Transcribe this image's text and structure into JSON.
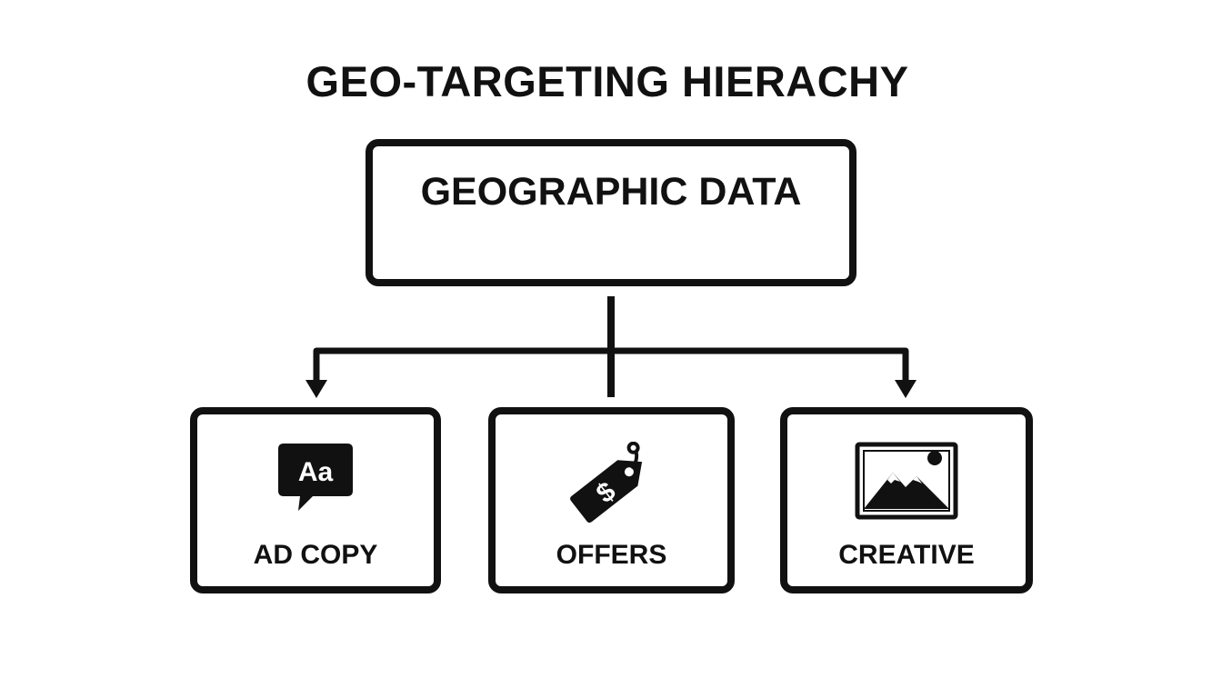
{
  "title": "GEO-TARGETING HIERACHY",
  "root": {
    "label": "GEOGRAPHIC DATA"
  },
  "children": [
    {
      "label": "AD COPY",
      "icon": "ad-copy-speech-bubble-icon",
      "icon_text": "Aa"
    },
    {
      "label": "OFFERS",
      "icon": "price-tag-icon",
      "icon_text": "$"
    },
    {
      "label": "CREATIVE",
      "icon": "mountain-image-icon"
    }
  ],
  "colors": {
    "stroke": "#111111",
    "background": "#ffffff"
  }
}
